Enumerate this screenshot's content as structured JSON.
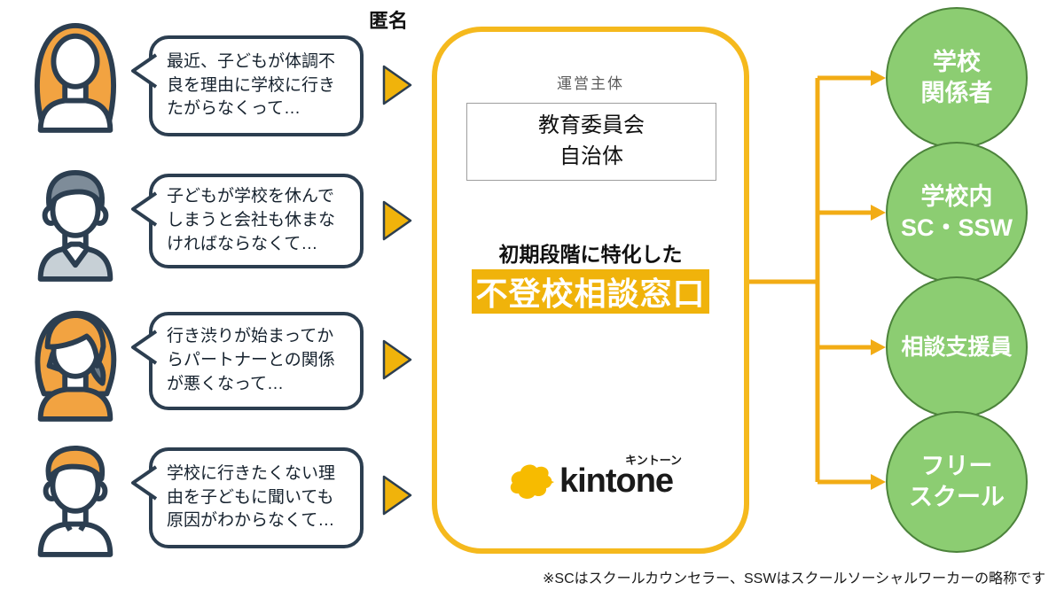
{
  "anonymous_label": "匿名",
  "personas": [
    {
      "avatar": "woman-long-orange-hair",
      "bubble": "最近、子どもが体調不良を理由に学校に行きたがらなくって…"
    },
    {
      "avatar": "man-gray-hair",
      "bubble": "子どもが学校を休んでしまうと会社も休まなければならなくて…"
    },
    {
      "avatar": "woman-side-orange-hair",
      "bubble": "行き渋りが始まってからパートナーとの関係が悪くなって…"
    },
    {
      "avatar": "man-orange-hair",
      "bubble": "学校に行きたくない理由を子どもに聞いても原因がわからなくて…"
    }
  ],
  "center": {
    "operator_label": "運営主体",
    "operator_lines": [
      "教育委員会",
      "自治体"
    ],
    "tagline": "初期段階に特化した",
    "service_name": "不登校相談窓口",
    "logo": {
      "brand": "kintone",
      "ruby": "キントーン"
    }
  },
  "destinations": [
    {
      "lines": [
        "学校",
        "関係者"
      ]
    },
    {
      "lines": [
        "学校内",
        "SC・SSW"
      ]
    },
    {
      "lines": [
        "相談支援員"
      ]
    },
    {
      "lines": [
        "フリー",
        "スクール"
      ]
    }
  ],
  "footnote": "※SCはスクールカウンセラー、SSWはスクールソーシャルワーカーの略称です",
  "colors": {
    "accent_yellow": "#F5B91D",
    "highlight_bg": "#F0B30B",
    "connector": "#F2AC15",
    "green_fill": "#8CCD72",
    "green_border": "#4C833B",
    "outline_navy": "#2C3E50",
    "hair_orange": "#F2A341"
  }
}
